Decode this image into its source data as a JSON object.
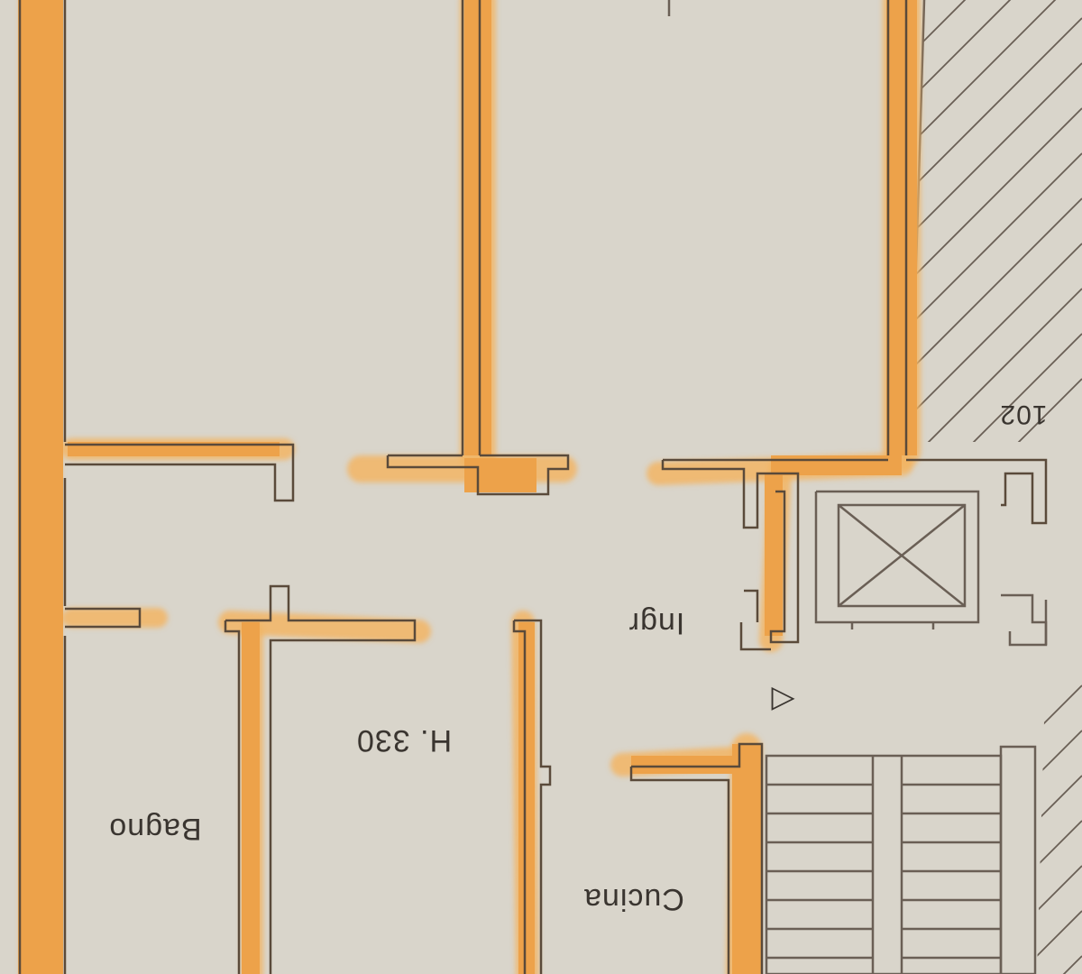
{
  "plan": {
    "rooms": {
      "bagno": "Bagno",
      "cucina": "Cucina",
      "ingresso": "Ingr"
    },
    "height_label": "H. 330",
    "unit_number": "102",
    "entrance_marker": "◁",
    "wall_color": "#eda24a",
    "paper_color": "#d9d5cb",
    "line_color": "#5a4a3a"
  }
}
